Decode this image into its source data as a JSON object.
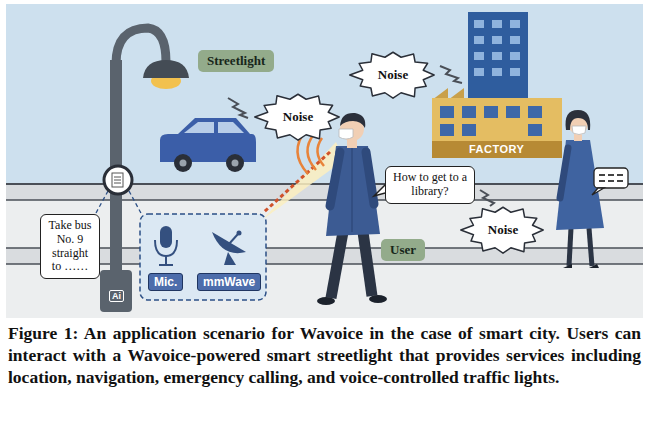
{
  "diagram": {
    "caption": "Figure 1: An application scenario for Wavoice in the case of smart city. Users can interact with a Wavoice-powered smart streetlight that provides services including location, navigation, emergency calling, and voice-controlled traffic lights.",
    "nodes": [
      {
        "text": [
          "Streetlight"
        ]
      },
      {
        "text": [
          "Noise"
        ]
      },
      {
        "text": [
          "Noise"
        ]
      },
      {
        "text": [
          "How to get to a library?"
        ]
      },
      {
        "text": [
          "Take bus No. 9 straight to ……"
        ]
      },
      {
        "text": [
          "Mic."
        ]
      },
      {
        "text": [
          "mmWave"
        ]
      },
      {
        "text": [
          "User"
        ]
      },
      {
        "text": [
          "Noise"
        ]
      }
    ],
    "labels": [
      "FACTORY",
      "Ai"
    ]
  }
}
